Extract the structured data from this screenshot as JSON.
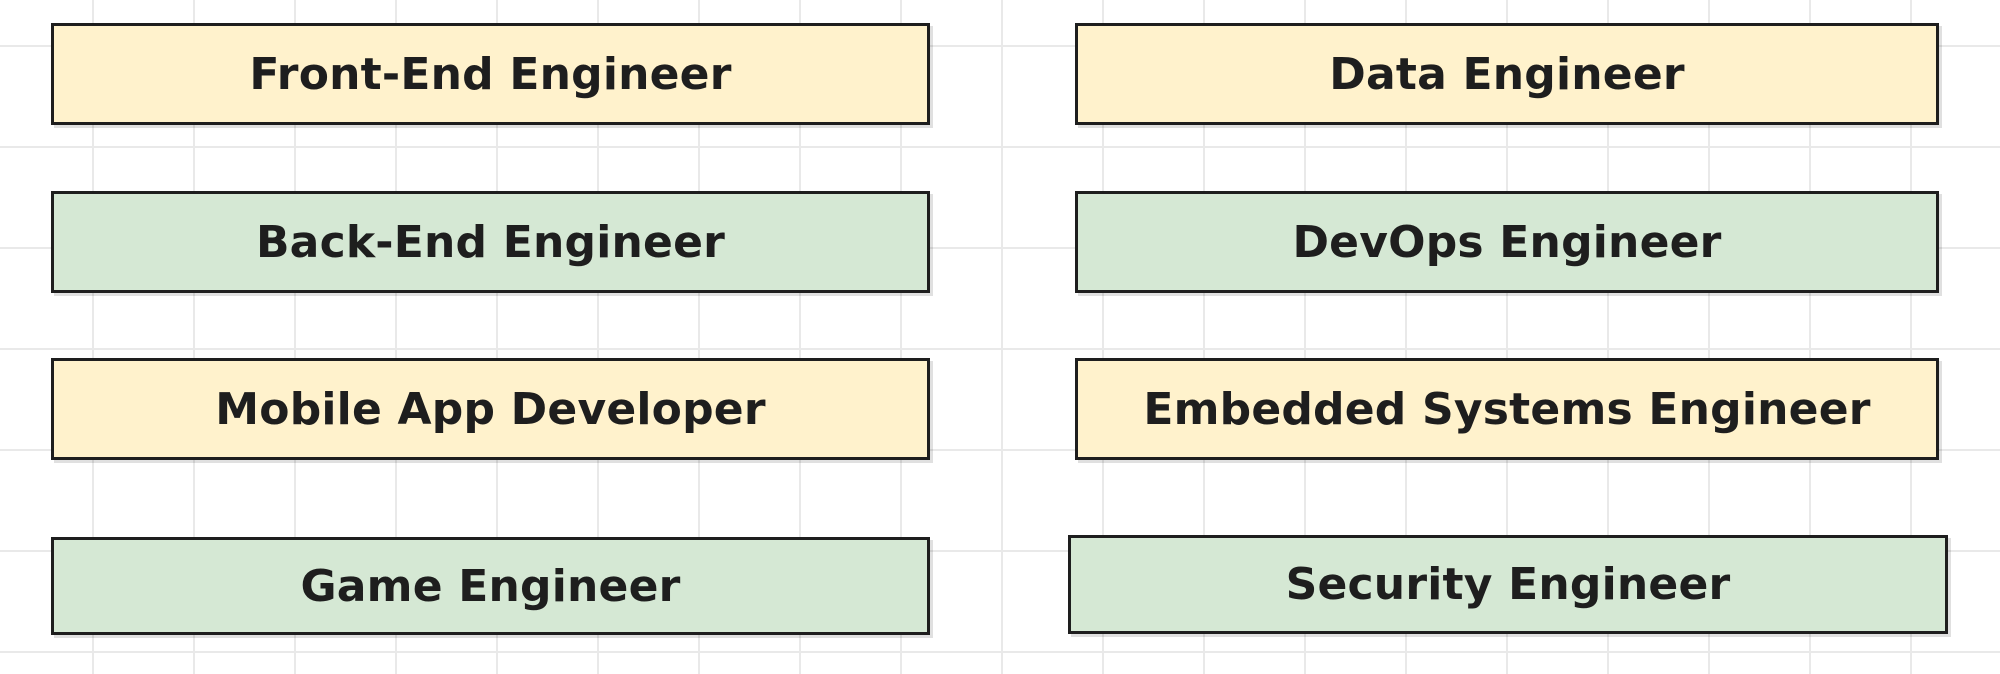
{
  "roles": {
    "front_end": "Front-End Engineer",
    "data": "Data Engineer",
    "back_end": "Back-End Engineer",
    "devops": "DevOps Engineer",
    "mobile": "Mobile App Developer",
    "embedded": "Embedded Systems Engineer",
    "game": "Game Engineer",
    "security": "Security Engineer"
  },
  "colors": {
    "yellow_fill": "#fff2cc",
    "green_fill": "#d5e8d4",
    "border": "#1e1e1e",
    "grid": "#e9e9e9"
  }
}
